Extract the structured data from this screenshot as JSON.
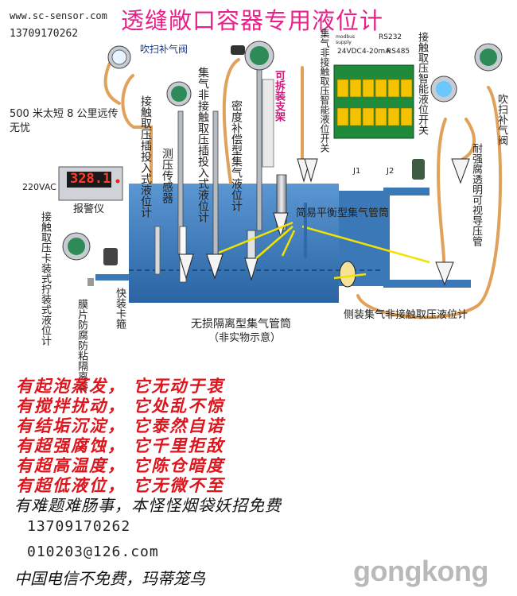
{
  "header": {
    "website": "www.sc-sensor.com",
    "phone": "13709170262",
    "title": "透缝敞口容器专用液位计"
  },
  "labels": {
    "blow_top": "吹扫补气阀",
    "blow_right": "吹扫补气阀",
    "distance_note": "500 米太短 8 公里远传无忧",
    "power": "220VAC",
    "alarm": "报警仪",
    "detachable": "可拆装支架",
    "contact_probe": "接触取压插投入式液位计",
    "pressure_sensor": "测压传感器",
    "gas_probe": "集气非接触取压插投入式液位计",
    "density_probe": "密度补偿型集气液位计",
    "gas_switch": "集气非接触取压智能液位开关",
    "contact_switch": "接触取压智能液位开关",
    "terminal_modbus": "modbus supply",
    "terminal_rs232": "RS232",
    "terminal_24v": "24VDC",
    "terminal_4_20": "4-20mA",
    "terminal_rs485": "RS485",
    "terminal_j1": "J1",
    "terminal_j2": "J2",
    "simple_tube": "简易平衡型集气管筒",
    "corrosion_tube": "耐强腐透明可视导压管",
    "card_gauge": "接触取压卡装式拧装式液位计",
    "quick_clamp": "快装卡箍",
    "membrane": "膜片防腐防粘隔离膏",
    "lossless": "无损隔离型集气管筒",
    "lossless_note": "（非实物示意）",
    "side_gauge": "侧装集气非接触取压液位计",
    "display_value": "328.1"
  },
  "slogans": [
    "有起泡蒸发，   它无动于衷",
    "有搅拌扰动，   它处乱不惊",
    "有结垢沉淀，   它泰然自诺",
    "有超强腐蚀，   它千里拒敌",
    "有超高温度，   它陈仓暗度",
    "有超低液位，   它无微不至"
  ],
  "footer": {
    "line1": "有难题难肠事，本怪怪烟袋妖招免费",
    "phone": "13709170262",
    "email": "010203@126.com",
    "line4": "中国电信不免费，玛蒂笼鸟",
    "watermark": "gongkong"
  },
  "colors": {
    "tank": "#4b86c4",
    "tank_dark": "#2f6aa9",
    "title": "#e8218a",
    "slogan": "#e0141c",
    "pipe": "#e0a25a",
    "pipe_light": "#f4d29b",
    "board": "#1f8a3a",
    "terminal": "#f5c200"
  },
  "icons": [
    "gauge-icon",
    "display-unit-icon",
    "probe-icon",
    "cone-icon",
    "pressure-tube-icon"
  ]
}
